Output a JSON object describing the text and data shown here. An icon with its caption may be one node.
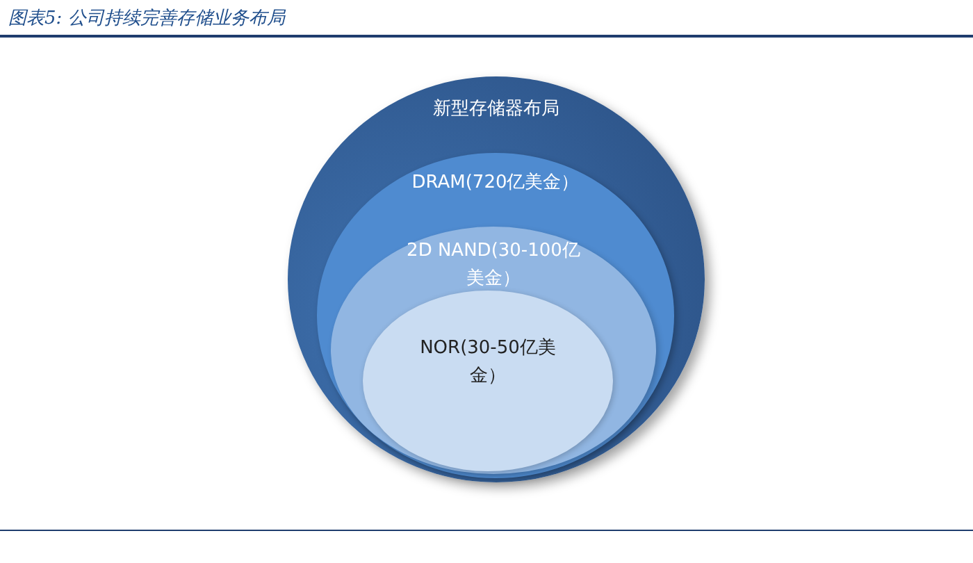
{
  "diagram": {
    "title": "图表5: 公司持续完善存储业务布局",
    "nodes": [
      {
        "text": [
          "新型存储器布局"
        ]
      },
      {
        "text": [
          "DRAM(720亿美金）"
        ],
        "in": 0
      },
      {
        "text": [
          "2D NAND(30-100亿美金）"
        ],
        "in": 1
      },
      {
        "text": [
          "NOR(30-50亿美金）"
        ],
        "in": 2
      }
    ]
  }
}
